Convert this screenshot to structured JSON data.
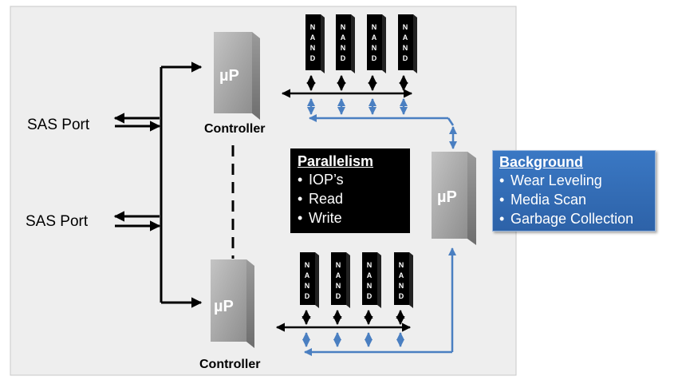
{
  "ports": [
    {
      "label": "SAS Port"
    },
    {
      "label": "SAS Port"
    }
  ],
  "controllers": [
    {
      "chip_label": "µP",
      "label": "Controller"
    },
    {
      "chip_label": "µP",
      "label": "Controller"
    }
  ],
  "background_processor": {
    "chip_label": "µP"
  },
  "nand_label": "NAND",
  "parallelism": {
    "heading": "Parallelism",
    "items": [
      "IOP’s",
      "Read",
      "Write"
    ]
  },
  "background": {
    "heading": "Background",
    "items": [
      "Wear Leveling",
      "Media Scan",
      "Garbage Collection"
    ]
  },
  "colors": {
    "panel": "#eeeeee",
    "black_arrows": "#000000",
    "blue_arrows": "#4a7fc1",
    "chip": "#a8a8a8",
    "callout_blue": "#336bb5"
  }
}
